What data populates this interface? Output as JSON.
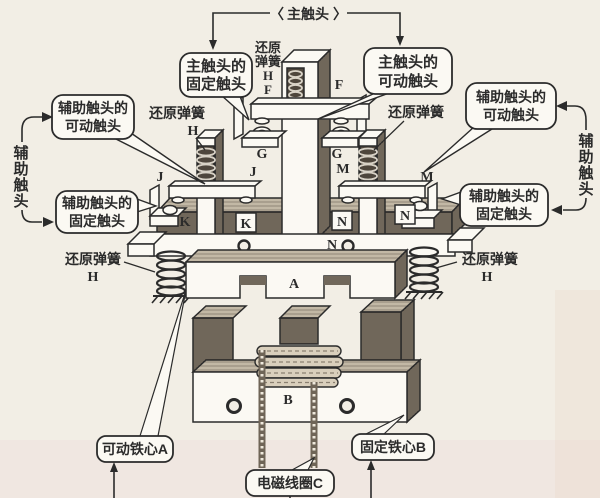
{
  "top": {
    "brace_open": "〈",
    "label": "主触头",
    "brace_close": "〉"
  },
  "bubbles": {
    "main_fixed": {
      "line1": "主触头的",
      "line2": "固定触头"
    },
    "main_movable": {
      "line1": "主触头的",
      "line2": "可动触头"
    },
    "aux_movable_left": {
      "line1": "辅助触头的",
      "line2": "可动触头"
    },
    "aux_fixed_left": {
      "line1": "辅助触头的",
      "line2": "固定触头"
    },
    "aux_movable_right": {
      "line1": "辅助触头的",
      "line2": "可动触头"
    },
    "aux_fixed_right": {
      "line1": "辅助触头的",
      "line2": "固定触头"
    },
    "movable_core": {
      "label": "可动铁心A"
    },
    "fixed_core": {
      "label": "固定铁心B"
    },
    "coil": {
      "label": "电磁线圈C"
    }
  },
  "spring_labels": {
    "top_center": {
      "line1": "还原",
      "line2": "弹簧",
      "line3": "H",
      "line4": "F"
    },
    "mid_left": {
      "text": "还原弹簧",
      "letter": "H"
    },
    "mid_right": {
      "text": "还原弹簧"
    },
    "bottom_left": {
      "text": "还原弹簧",
      "letter": "H"
    },
    "bottom_right": {
      "text": "还原弹簧",
      "letter": "H"
    }
  },
  "side_labels": {
    "left": {
      "char0": "辅",
      "char1": "助",
      "char2": "触",
      "char3": "头"
    },
    "right": {
      "char0": "辅",
      "char1": "助",
      "char2": "触",
      "char3": "头"
    }
  },
  "part_letters": {
    "f_right": "F",
    "g_left": "G",
    "g_right": "G",
    "j_outer": "J",
    "j_inner": "J",
    "m_inner": "M",
    "m_outer": "M",
    "k_outer": "K",
    "k_inner": "K",
    "n_inner": "N",
    "n_mid": "N",
    "n_outer": "N",
    "a_core": "A",
    "b_core": "B"
  },
  "colors": {
    "paper": "#f2eee5",
    "ink": "#2b2b2b",
    "dark_face": "#8b8172",
    "light_face": "#c0b6a3",
    "white_face": "#fbf9f3",
    "recess": "#4e463c"
  }
}
